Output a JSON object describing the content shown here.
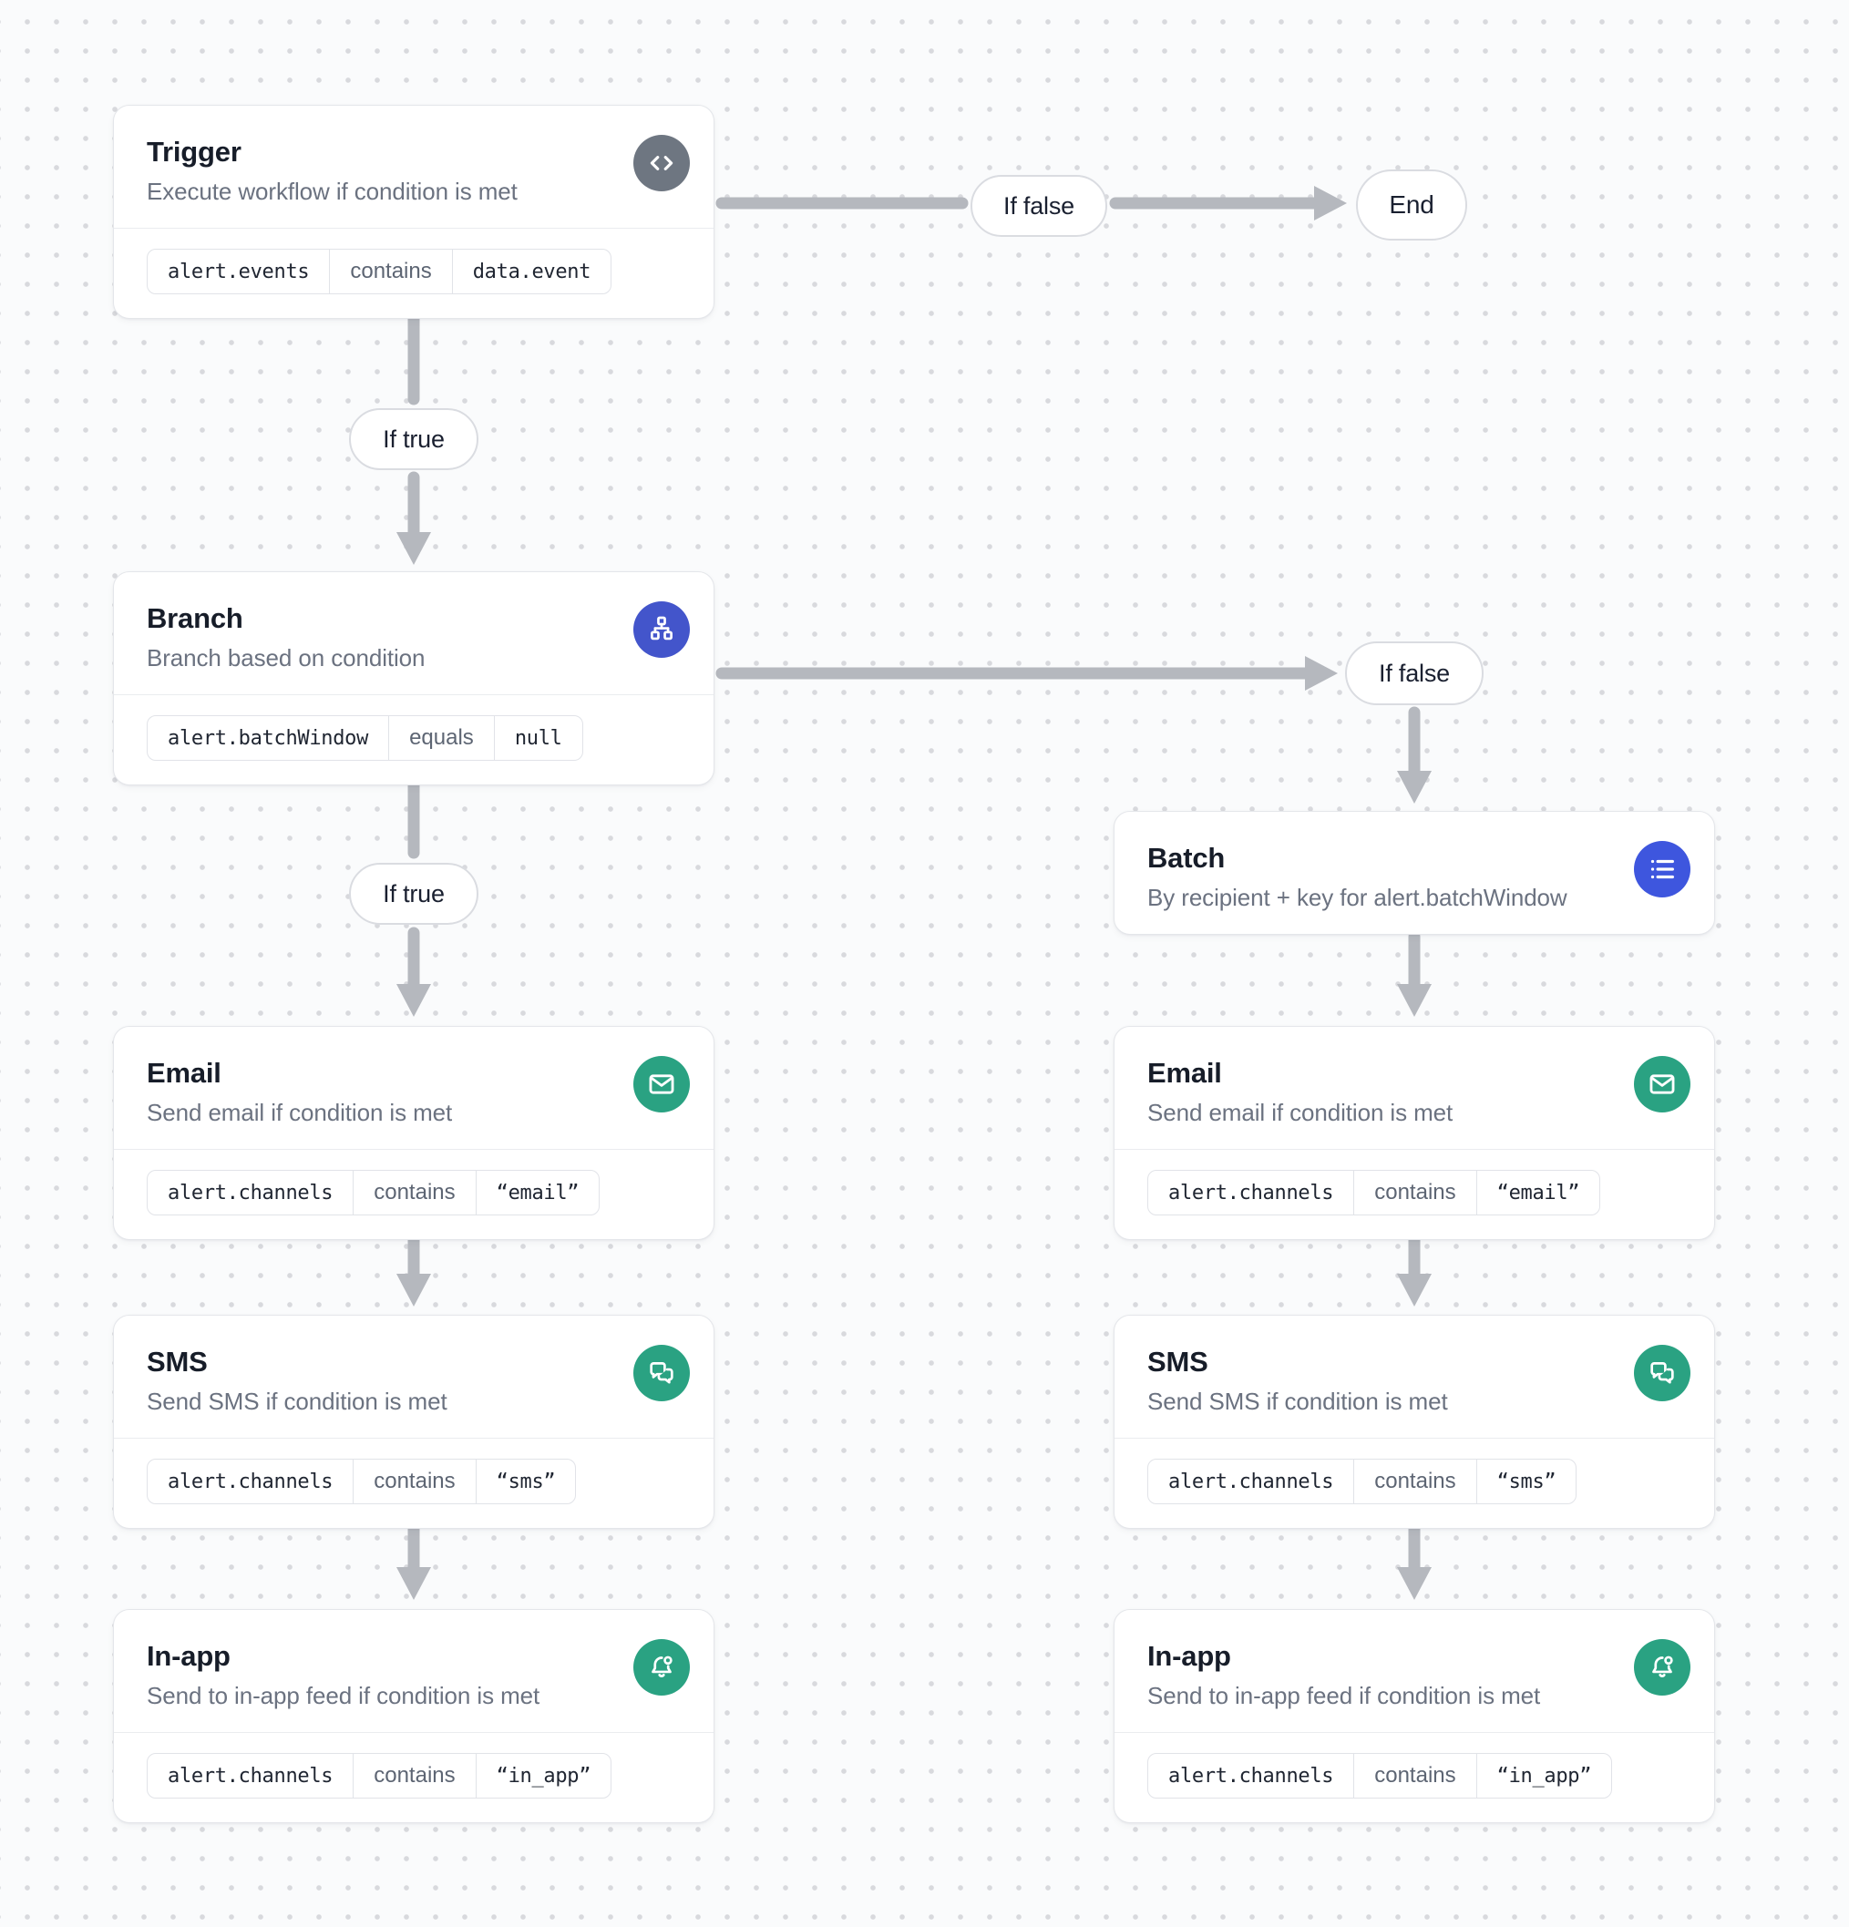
{
  "colors": {
    "background": "#fafbfc",
    "dot_grid": "#d8d9dd",
    "edge_gray": "#b5b8be",
    "trigger_icon_gray": "#6e7681",
    "branch_icon_blue": "#4355cb",
    "batch_icon_blue": "#3e56de",
    "channel_icon_green": "#2aa282",
    "node_border": "#e4e6ea",
    "title_text": "#171d29",
    "subtitle_text": "#6b7280"
  },
  "edge_labels": {
    "if_true": "If true",
    "if_false": "If false"
  },
  "end_label": "End",
  "nodes": {
    "trigger": {
      "title": "Trigger",
      "subtitle": "Execute workflow if condition is met",
      "icon": "code-icon",
      "condition": {
        "field": "alert.events",
        "operator": "contains",
        "value": "data.event"
      }
    },
    "branch": {
      "title": "Branch",
      "subtitle": "Branch based on condition",
      "icon": "sitemap-icon",
      "condition": {
        "field": "alert.batchWindow",
        "operator": "equals",
        "value": "null"
      }
    },
    "batch": {
      "title": "Batch",
      "subtitle": "By recipient + key for alert.batchWindow",
      "icon": "queue-list-icon"
    },
    "email": {
      "title": "Email",
      "subtitle": "Send email if condition is met",
      "icon": "envelope-icon",
      "condition": {
        "field": "alert.channels",
        "operator": "contains",
        "value": "“email”"
      }
    },
    "sms": {
      "title": "SMS",
      "subtitle": "Send SMS if condition is met",
      "icon": "chat-bubbles-icon",
      "condition": {
        "field": "alert.channels",
        "operator": "contains",
        "value": "“sms”"
      }
    },
    "in_app": {
      "title": "In-app",
      "subtitle": "Send to in-app feed if condition is met",
      "icon": "bell-alert-icon",
      "condition": {
        "field": "alert.channels",
        "operator": "contains",
        "value": "“in_app”"
      }
    }
  }
}
